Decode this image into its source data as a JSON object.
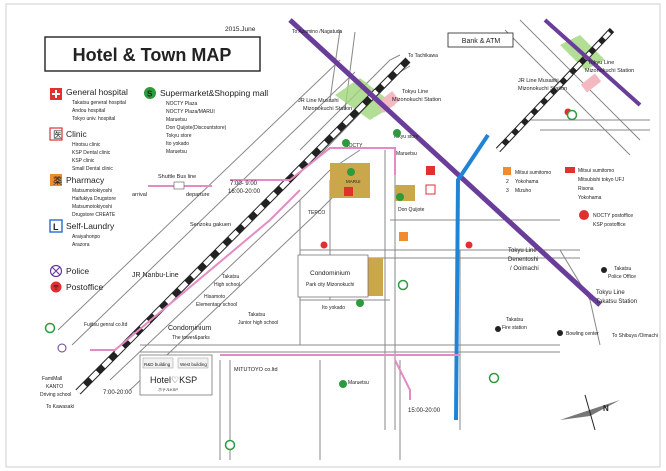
{
  "header": {
    "date": "2015.June",
    "title": "Hotel & Town MAP"
  },
  "legend": {
    "general_hospital": {
      "label": "General hospital",
      "items": [
        "Takatsu general hospital",
        "Andou hospital",
        "Tokyo univ. hospital"
      ]
    },
    "clinic": {
      "label": "Clinic",
      "items": [
        "Hirotsu clinic",
        "KSP Dental clinic",
        "KSP clinic",
        "Small Dental clinic"
      ]
    },
    "pharmacy": {
      "label": "Pharmacy",
      "items": [
        "Matsumotokiyoshi",
        "Haifukiya Drugstore",
        "Matsumotokiyoshi",
        "Drugstore CREATE"
      ]
    },
    "laundry": {
      "label": "Self-Laundry",
      "items": [
        "Araiyahonpo",
        "Arazora"
      ]
    },
    "police": {
      "label": "Police"
    },
    "postoffice": {
      "label": "Postoffice"
    },
    "supermarket": {
      "label": "Supermarket&Shopping mall",
      "items": [
        "NOCTY Plaza",
        "NOCTY Plaza/MARUI",
        "Maruetsu",
        "Don Quijote(Discountstore)",
        "Tokyu store",
        "Ito yokado",
        "Maruetsu"
      ]
    },
    "bus": {
      "label": "Shuttle Bus line",
      "arrival": "arrival",
      "departure": "departure"
    }
  },
  "bank": {
    "label": "Bank & ATM",
    "banks": [
      {
        "code": "1",
        "name": "Mitsui sumitomo"
      },
      {
        "code": "2",
        "name": "Yokohama"
      },
      {
        "code": "3",
        "name": "Mizuho"
      }
    ],
    "atms": [
      "Mitsui sumitomo",
      "Mitsubishi tokyo UFJ",
      "Risona",
      "Yokohama"
    ],
    "post": [
      "NOCTY postoffice",
      "KSP postoffice"
    ]
  },
  "labels": {
    "to_azamino": "To Azamino /Nagatuda",
    "to_tachikawa": "To Tachikawa",
    "to_kawasaki": "To Kawasaki",
    "to_shibuya": "To Shibuya /Oimachi",
    "jr_musashi_1": "JR Line Musashi",
    "jr_musashi_2": "Mizonokuchi Station",
    "tokyu_mizo_1": "Tokyu Line",
    "tokyu_mizo_2": "Mizonokuchi Station",
    "jr_musashi_b1": "JR Line Musashi",
    "jr_musashi_b2": "Mizonokuchi Station",
    "tokyu_mizo_b1": "Tokyu Line",
    "tokyu_mizo_b2": "Mizonokuchi Station",
    "tokyu_store": "Tokyu store",
    "marui": "MARUI",
    "nocty": "NOCTY",
    "maruetsu_top": "Maruetsu",
    "don_quijote": "Don Quijote",
    "tepco": "TEPCO",
    "senzoku": "Senzoku gakuen",
    "jr_nanbu": "JR Nanbu-Line",
    "takatsu_high_1": "Takatsu",
    "takatsu_high_2": "High school",
    "hisamoto_1": "Hisamoto",
    "hisamoto_2": "Elementary school",
    "takatsu_jr_1": "Takatsu",
    "takatsu_jr_2": "Junior high school",
    "condo_park_1": "Condominium",
    "condo_park_2": "Park city Mizonokuchi",
    "ito_yokado": "Ito yokado",
    "fujitsu": "Fujitsu genral co.ltd",
    "condo_tower_1": "Condominium",
    "condo_tower_2": "The tower&parks",
    "mitutoyo": "MITUTOYO co.ltd",
    "rd_building": "R&D building",
    "west_building": "West building",
    "hotel_name": "Hotel♡KSP",
    "hotel_sub": "ホテルKSP",
    "maruetsu_bottom": "Maruetsu",
    "famimall": "FamiMall",
    "kanto_1": "KANTO",
    "kanto_2": "Driving school",
    "tokyu_denen_1": "Tokyu Line",
    "tokyu_denen_2": "Denentoshi",
    "tokyu_denen_3": "/ Ooimachi",
    "takatsu_police_1": "Takatsu",
    "takatsu_police_2": "Police Office",
    "tokyu_takatsu_1": "Tokyu Line",
    "tokyu_takatsu_2": "Takatsu Station",
    "takatsu_fire_1": "Takatsu",
    "takatsu_fire_2": "Fire station",
    "bowling": "Bowling center",
    "time1": "7:00- 9:00",
    "time2": "16:00-20:00",
    "time3": "7:00-20:00",
    "time4": "15:00-20:00",
    "compass": "N"
  },
  "colors": {
    "jr_line": "#222222",
    "tokyu_denentoshi": "#6a3d9a",
    "tokyu_oimachi": "#1f84d6",
    "station_highlight": "#9fd67a",
    "hospital_red": "#e03030",
    "market_green": "#2e9a3e",
    "laundry_blue": "#2b6ad0",
    "bus_pink": "#e58bc3",
    "building_khaki": "#c9a74a"
  }
}
